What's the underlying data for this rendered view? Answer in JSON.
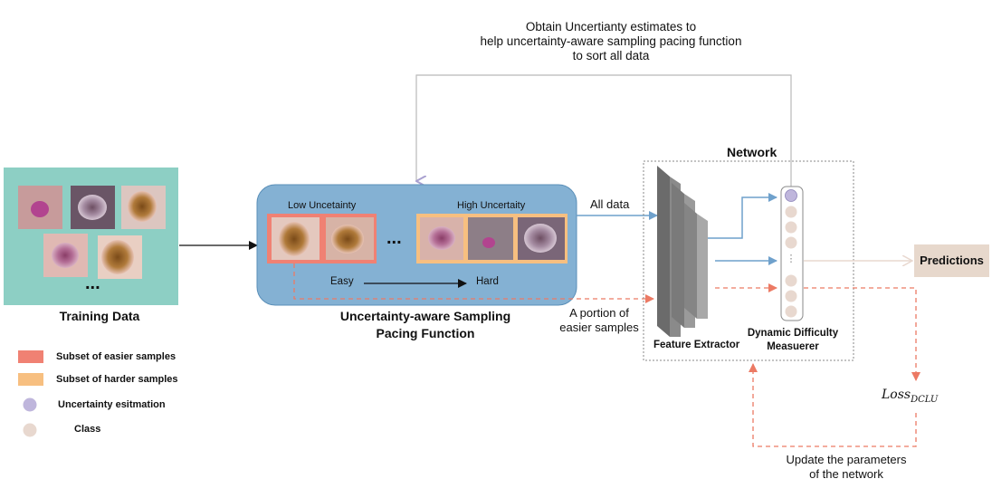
{
  "top_note": [
    "Obtain Uncertianty estimates to",
    "help uncertainty-aware sampling pacing function",
    "to sort  all data"
  ],
  "training": {
    "ellipsis": "...",
    "title": "Training Data"
  },
  "sampling": {
    "low_label": "Low Uncetainty",
    "high_label": "High Uncertaity",
    "ellipsis": "...",
    "easy": "Easy",
    "hard": "Hard",
    "title_line1": "Uncertainty-aware Sampling",
    "title_line2": "Pacing Function"
  },
  "all_data": "All data",
  "portion": [
    "A portion of",
    "easier samples"
  ],
  "network": {
    "title": "Network",
    "feature_extractor": "Feature Extractor",
    "measurer_line1": "Dynamic Difficulty",
    "measurer_line2": "Measuerer",
    "dots": "⋮"
  },
  "predictions": "Predictions",
  "loss": {
    "base": "Loss",
    "sub": "DCLU"
  },
  "update": [
    "Update the parameters",
    "of the network"
  ],
  "legend": [
    {
      "label": "Subset of easier samples",
      "shape": "rect",
      "color": "#f08173"
    },
    {
      "label": "Subset of  harder samples",
      "shape": "rect",
      "color": "#f7bf80"
    },
    {
      "label": "Uncertainty esitmation",
      "shape": "circle",
      "color": "#bfb6dc"
    },
    {
      "label": "Class",
      "shape": "circle",
      "color": "#e8d8cf"
    }
  ],
  "colors": {
    "training_bg": "#8dcfc4",
    "sampling_bg": "#84b1d3",
    "easy_border": "#f08173",
    "hard_border": "#f7bf80",
    "blue_arrow": "#6fa1cc",
    "dashed_red": "#ec7a64",
    "predictions_bg": "#e7d8cc",
    "purple_node": "#bfb6dc",
    "class_node": "#e8d8cf"
  }
}
